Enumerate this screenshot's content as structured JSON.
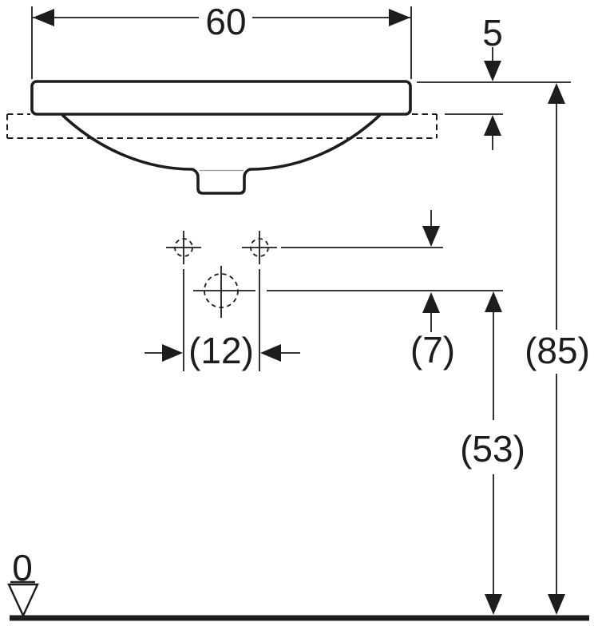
{
  "drawing": {
    "kind": "washbasin-front-elevation-dimension-drawing",
    "colors": {
      "line": "#1d1d1b",
      "background": "#ffffff",
      "drain_hint_line": "#9b9b9b"
    },
    "labels": {
      "overall_width": "60",
      "rim_height": "5",
      "tap_hole_spacing": "(12)",
      "tap_hole_offset": "(7)",
      "drain_height": "(53)",
      "overall_height": "(85)",
      "floor_datum": "0"
    }
  }
}
